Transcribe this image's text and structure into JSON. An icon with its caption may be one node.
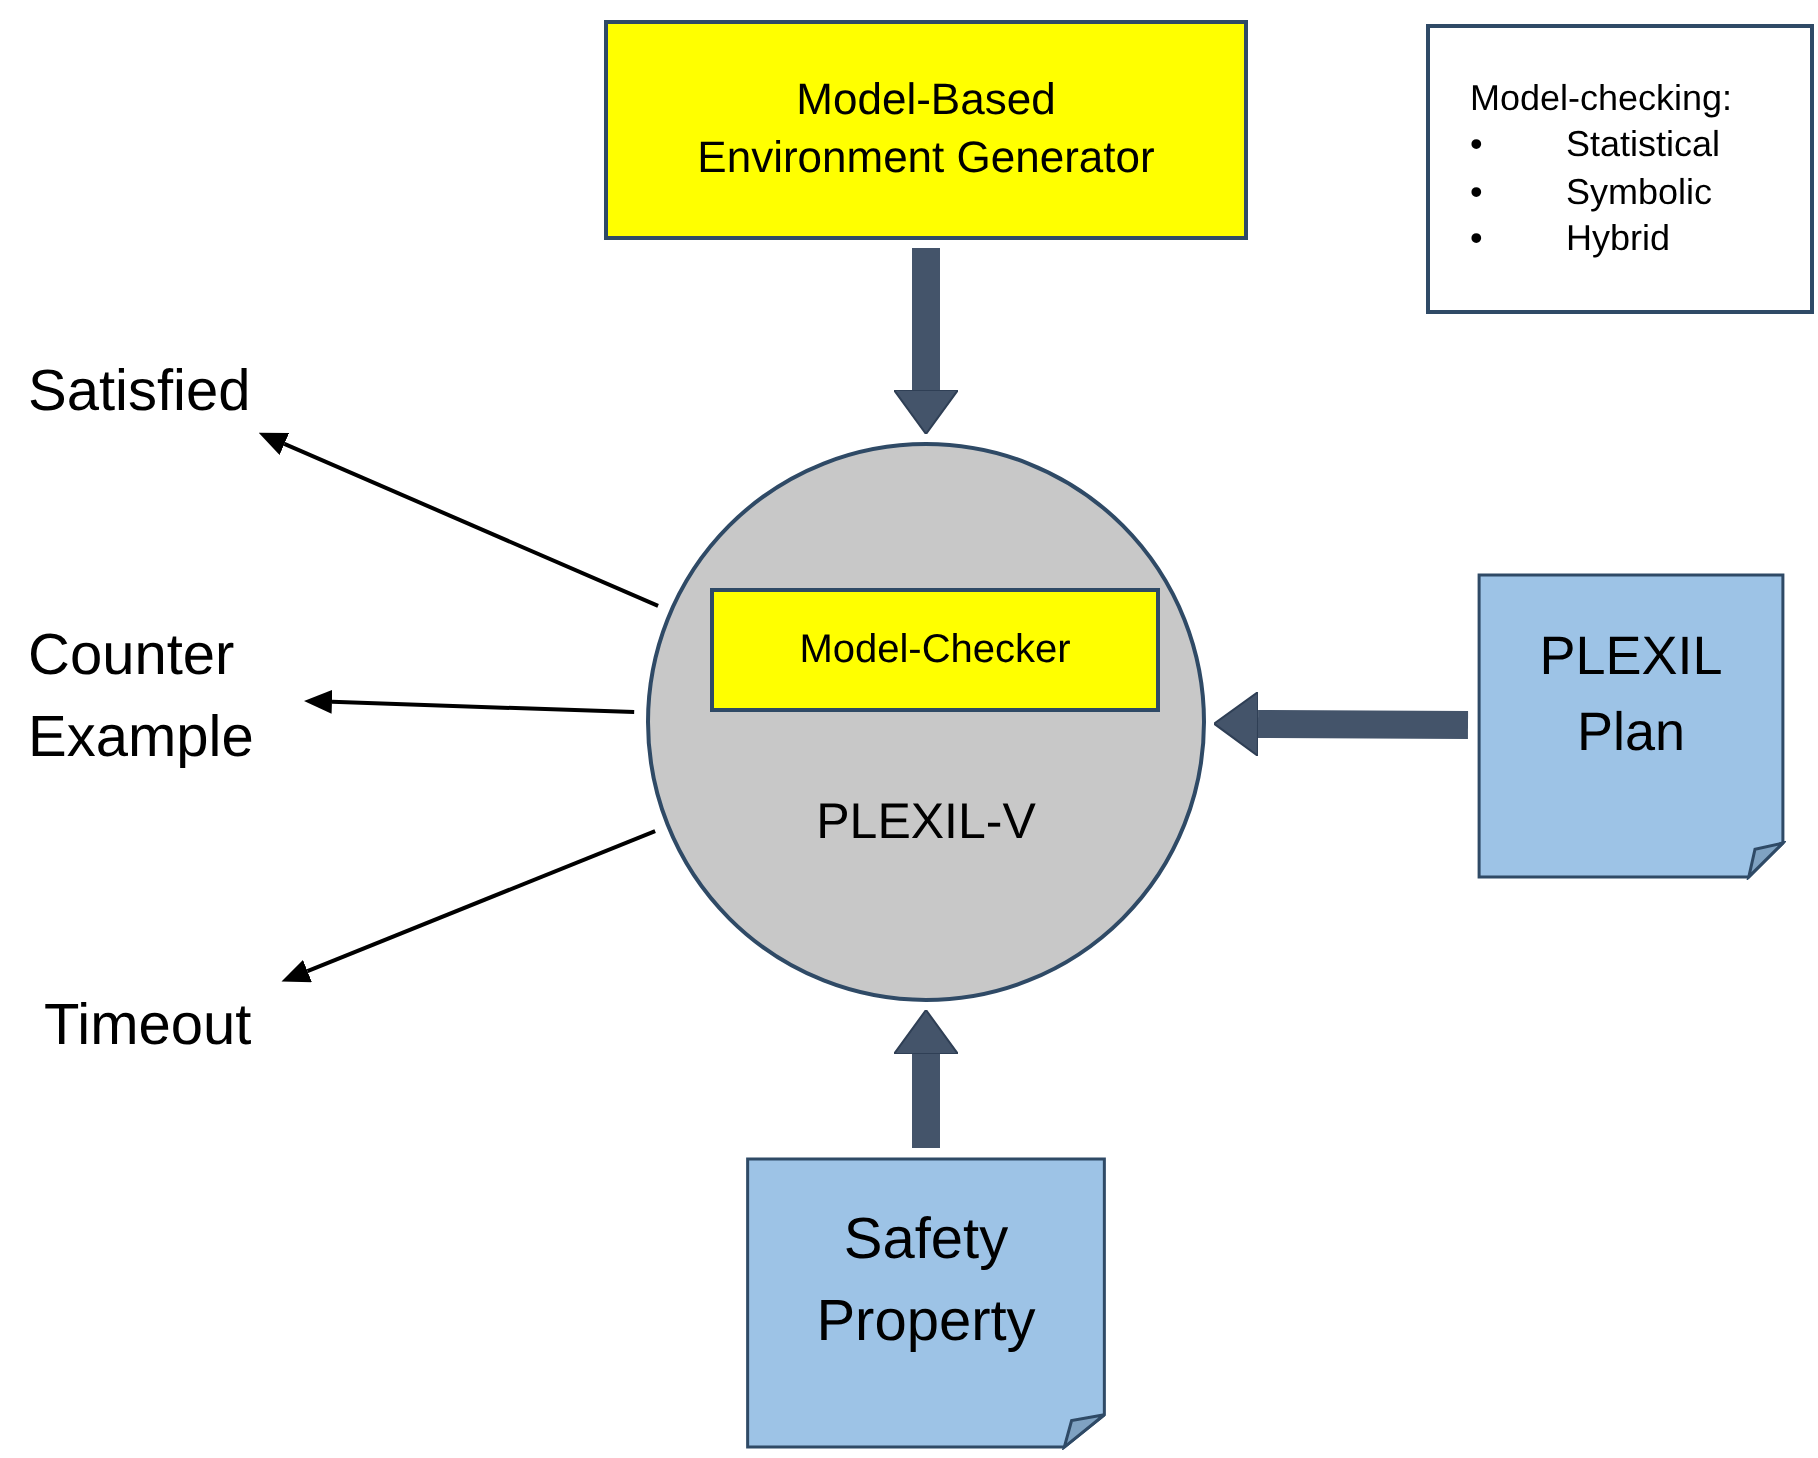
{
  "diagram": {
    "nodes": [
      {
        "text": [
          "Model-Based Environment Generator"
        ]
      },
      {
        "text": [
          "Model-checking:",
          "•",
          "Statistical",
          "•",
          "Symbolic",
          "•",
          "Hybrid"
        ]
      },
      {
        "text": [
          "PLEXIL-V"
        ]
      },
      {
        "text": [
          "Model-Checker"
        ],
        "in": 2
      },
      {
        "text": [
          "PLEXIL Plan"
        ]
      },
      {
        "text": [
          "Safety Property"
        ]
      },
      {
        "text": [
          "Satisfied"
        ]
      },
      {
        "text": [
          "Counter Example"
        ]
      },
      {
        "text": [
          "Timeout"
        ]
      }
    ],
    "edges": [
      {
        "from": 0,
        "to": 2,
        "arrow": "to",
        "style": "thick",
        "color": "#44546a"
      },
      {
        "from": 4,
        "to": 2,
        "arrow": "to",
        "style": "thick",
        "color": "#44546a"
      },
      {
        "from": 5,
        "to": 2,
        "arrow": "to",
        "style": "thick",
        "color": "#44546a"
      },
      {
        "from": 2,
        "to": 6,
        "arrow": "to",
        "color": "#000000"
      },
      {
        "from": 2,
        "to": 7,
        "arrow": "to",
        "color": "#000000"
      },
      {
        "from": 2,
        "to": 8,
        "arrow": "to",
        "color": "#000000"
      }
    ]
  }
}
